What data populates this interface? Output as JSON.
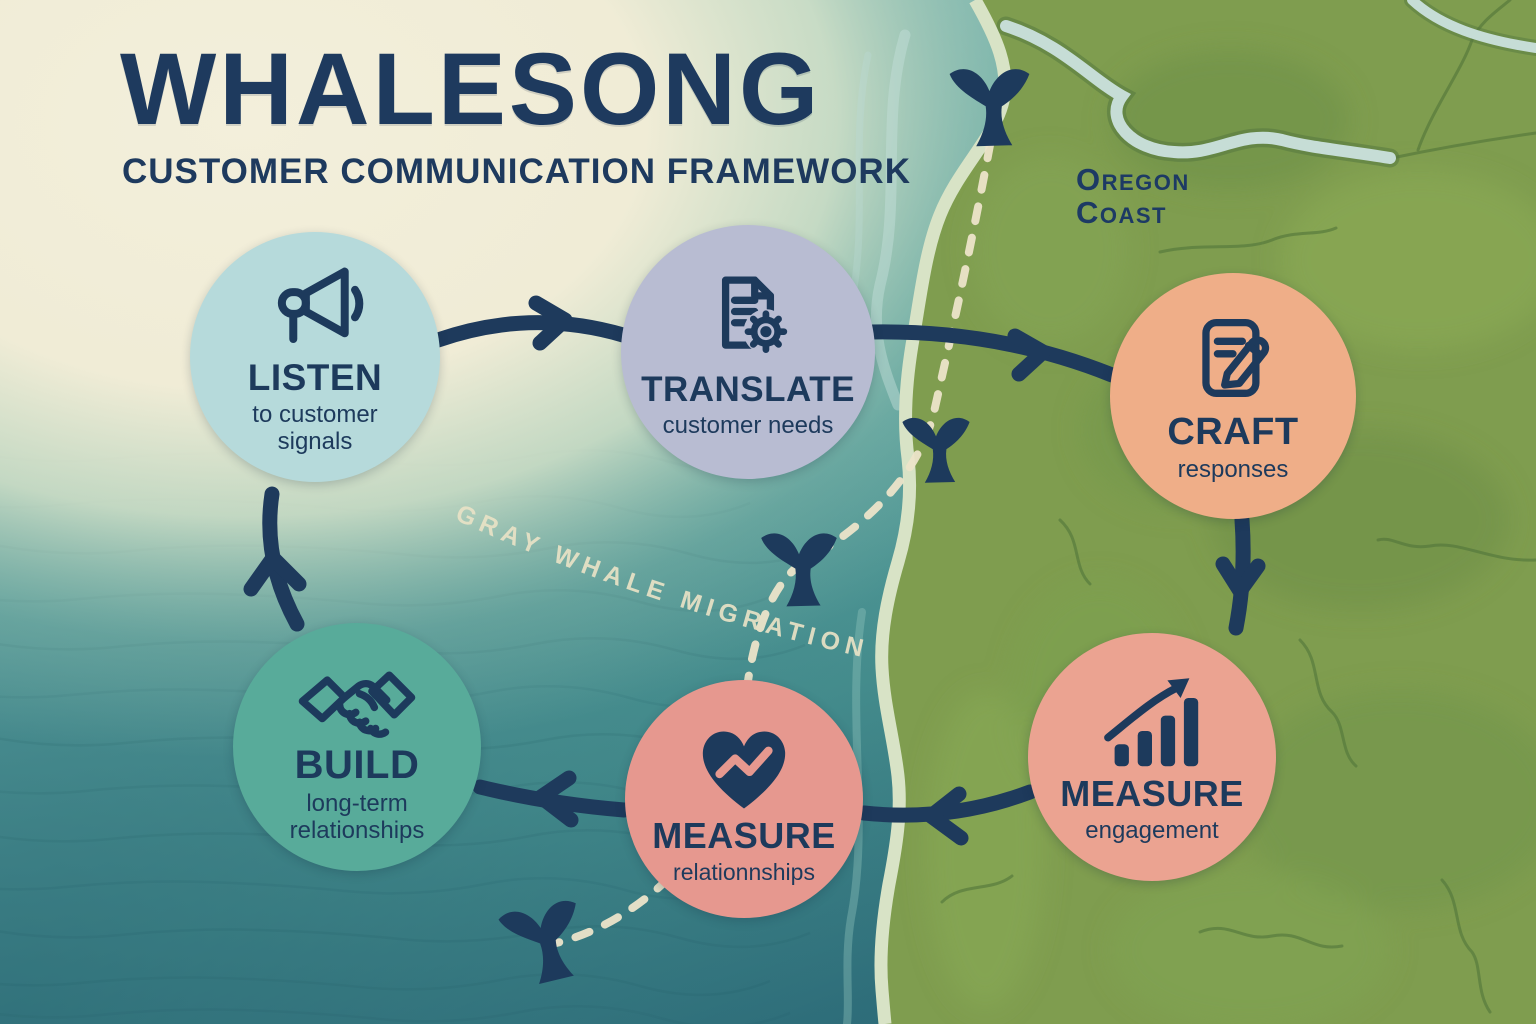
{
  "title": {
    "main": "WHALESONG",
    "subtitle": "CUSTOMER COMMUNICATION FRAMEWORK"
  },
  "map": {
    "region_label_line1": "Oregon",
    "region_label_line2": "Coast",
    "migration_label": "GRAY WHALE MIGRATION",
    "whale_tail_icon": "whale-tail-icon",
    "route_style": "dashed"
  },
  "nodes": [
    {
      "id": "listen",
      "label": "LISTEN",
      "sublabel": "to customer\nsignals",
      "icon": "megaphone-icon",
      "color": "#b6dadb"
    },
    {
      "id": "translate",
      "label": "TRANSLATE",
      "sublabel": "customer needs",
      "icon": "document-gear-icon",
      "color": "#b8bcd2"
    },
    {
      "id": "craft",
      "label": "CRAFT",
      "sublabel": "responses",
      "icon": "edit-document-icon",
      "color": "#efae88"
    },
    {
      "id": "measure-engagement",
      "label": "MEASURE",
      "sublabel": "engagement",
      "icon": "bar-chart-growth-icon",
      "color": "#eba391"
    },
    {
      "id": "measure-relationships",
      "label": "MEASURE",
      "sublabel": "relationnships",
      "icon": "heart-trend-icon",
      "color": "#e6988f"
    },
    {
      "id": "build",
      "label": "BUILD",
      "sublabel": "long-term\nrelationships",
      "icon": "handshake-icon",
      "color": "#58ab9a"
    }
  ],
  "colors": {
    "navy": "#1d3a5c",
    "cream": "#f1eedb",
    "ocean_teal": "#5ea6a2",
    "ocean_deep": "#2c6b79",
    "land_green": "#7f9d4f",
    "coast_band": "#d8e3c6",
    "dash_cream": "#ece4c9"
  }
}
